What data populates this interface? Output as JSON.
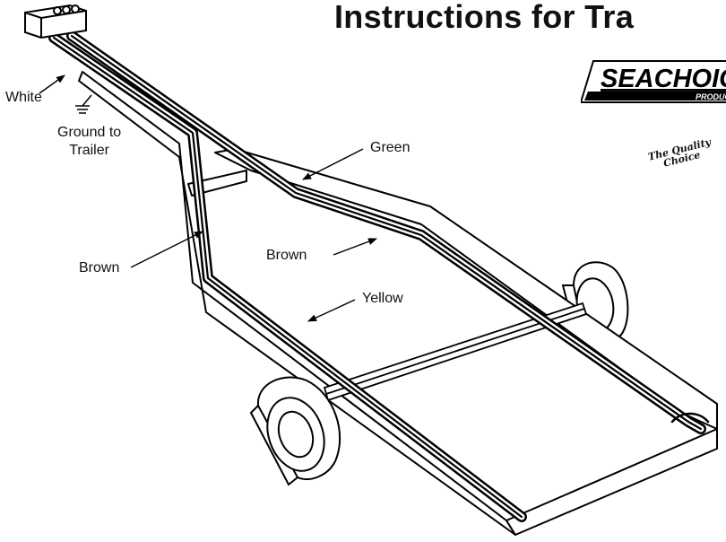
{
  "title": "Instructions for Tra",
  "logo": {
    "brand": "SEACHOIC",
    "sub": "PRODUC",
    "tagline_1": "The Quality",
    "tagline_2": "Choice"
  },
  "labels": {
    "white": "White",
    "ground_1": "Ground to",
    "ground_2": "Trailer",
    "green": "Green",
    "brown_left": "Brown",
    "brown_center": "Brown",
    "yellow": "Yellow"
  }
}
